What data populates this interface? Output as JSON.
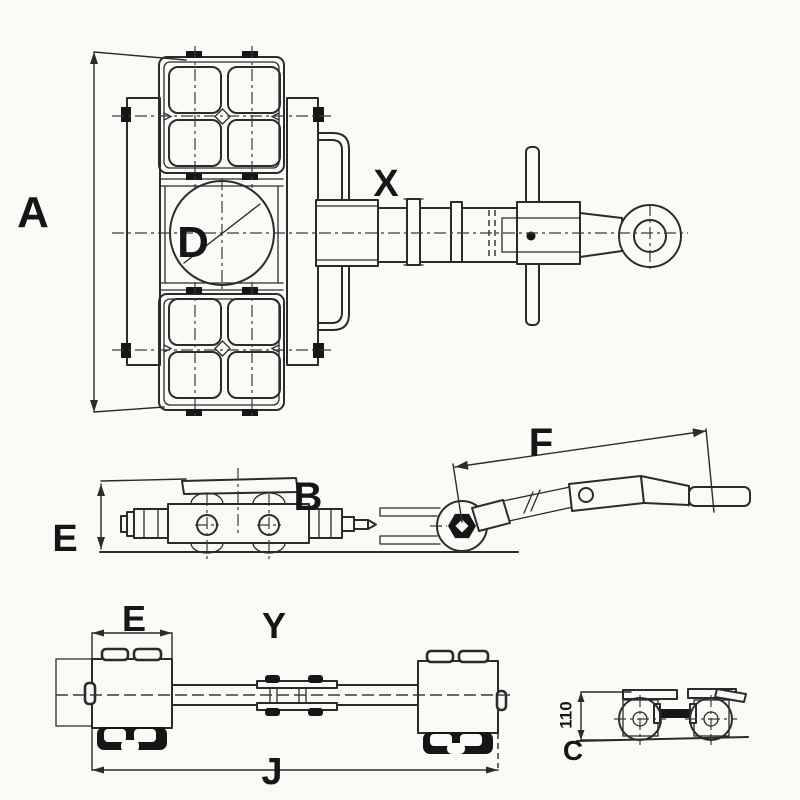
{
  "colors": {
    "line": "#2b2b2b",
    "dark_fill": "#161616",
    "paper": "#fbfaf7"
  },
  "labels": {
    "top_width": "A",
    "roller_diameter": "D",
    "drawbar_top": "X",
    "side_height": "E",
    "swivel_plate": "B",
    "handle_length": "F",
    "front_width": "E",
    "front_view": "Y",
    "overall_length": "J",
    "detail_height": "110",
    "detail_view": "C"
  }
}
